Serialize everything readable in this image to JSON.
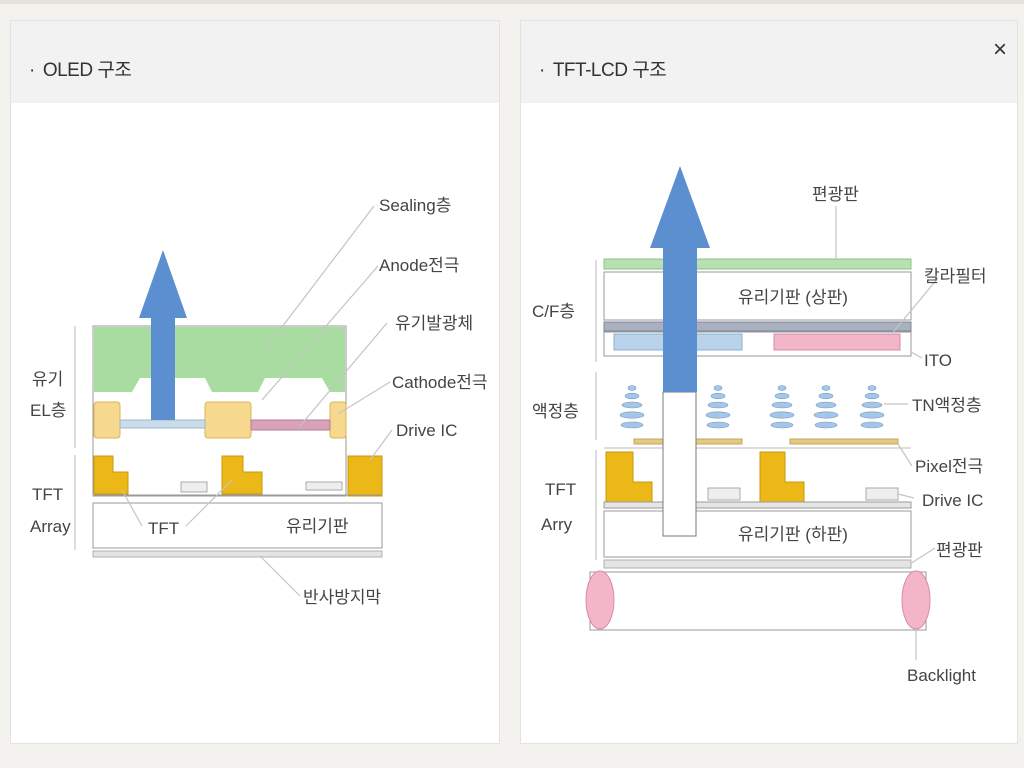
{
  "close_label": "×",
  "oled": {
    "title": "OLED 구조",
    "labels": {
      "sealing": "Sealing층",
      "anode": "Anode전극",
      "organic_emitter": "유기발광체",
      "cathode": "Cathode전극",
      "drive_ic": "Drive IC",
      "organic_el_1": "유기",
      "organic_el_2": "EL층",
      "tft_array_1": "TFT",
      "tft_array_2": "Array",
      "tft": "TFT",
      "glass": "유리기판",
      "anti_reflection": "반사방지막"
    }
  },
  "lcd": {
    "title": "TFT-LCD 구조",
    "labels": {
      "polarizer_top": "편광판",
      "color_filter": "칼라필터",
      "cf_layer": "C/F층",
      "glass_top": "유리기판 (상판)",
      "ito": "ITO",
      "tn_lc": "TN액정층",
      "lc_layer": "액정층",
      "pixel_electrode": "Pixel전극",
      "drive_ic": "Drive IC",
      "tft_array_1": "TFT",
      "tft_array_2": "Arry",
      "glass_bottom": "유리기판 (하판)",
      "polarizer_bottom": "편광판",
      "backlight": "Backlight"
    }
  },
  "colors": {
    "arrow": "#5b8fd0",
    "sealing": "#a9dca0",
    "electrode": "#f6d98e",
    "tft_gold": "#ebb817",
    "cathode": "#d8a3b8",
    "pink": "#f3b6c8",
    "light_blue": "#b8d3ea",
    "leader": "#c4c4c4"
  }
}
